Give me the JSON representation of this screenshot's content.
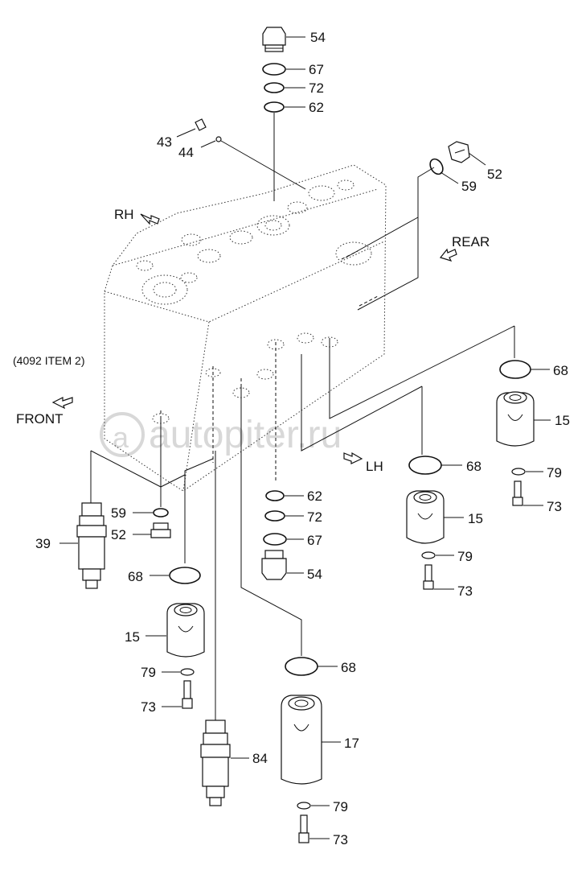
{
  "diagram": {
    "note": "(4092 ITEM 2)",
    "directions": {
      "rh": "RH",
      "rear": "REAR",
      "front": "FRONT",
      "lh": "LH"
    },
    "watermark": "autopiter.ru",
    "callouts": {
      "top_plug": "54",
      "top_oring_67": "67",
      "top_ring_72": "72",
      "top_ring_62": "62",
      "small_plug_43": "43",
      "small_plug_44": "44",
      "rear_plug": "52",
      "rear_ring": "59",
      "right_ring_68": "68",
      "right_cap_15": "15",
      "right_washer_79": "79",
      "right_bolt_73": "73",
      "mid_ring_68": "68",
      "mid_cap_15": "15",
      "mid_washer_79": "79",
      "mid_bolt_73": "73",
      "center_ring_62": "62",
      "center_ring_72": "72",
      "center_ring_67": "67",
      "center_plug_54": "54",
      "left_valve_39": "39",
      "left_ring_59": "59",
      "left_plug_52": "52",
      "left_ring_68": "68",
      "left_cap_15": "15",
      "left_washer_79": "79",
      "left_bolt_73": "73",
      "lower_ring_68": "68",
      "lower_cap_17": "17",
      "lower_washer_79": "79",
      "lower_bolt_73": "73",
      "valve_84": "84"
    }
  }
}
